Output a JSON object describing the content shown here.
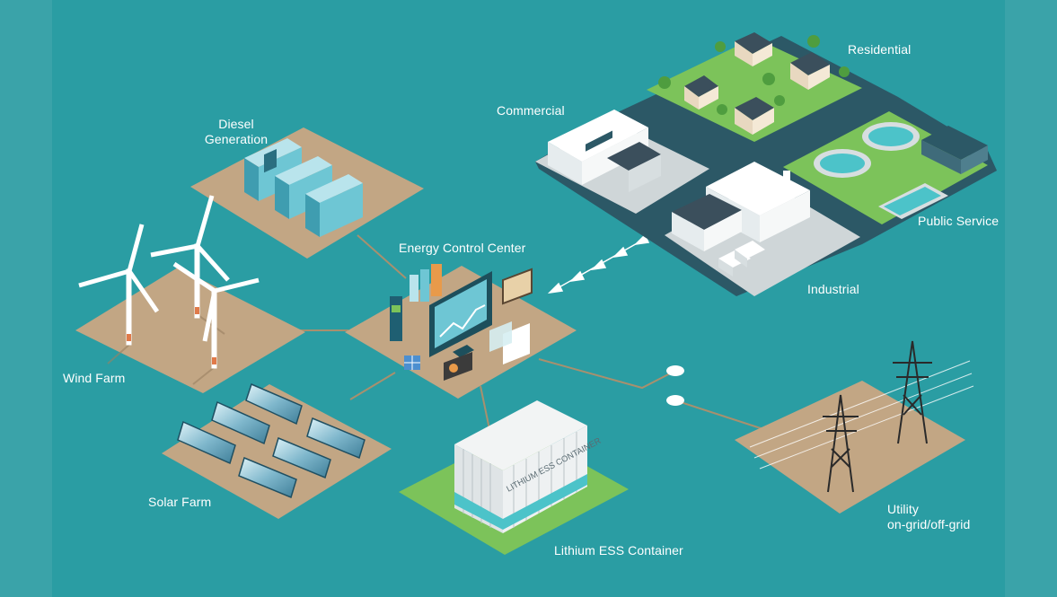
{
  "labels": {
    "diesel_line1": "Diesel",
    "diesel_line2": "Generation",
    "wind_farm": "Wind Farm",
    "solar_farm": "Solar Farm",
    "energy_control": "Energy Control Center",
    "lithium_ess": "Lithium ESS Container",
    "container_text": "LITHIUM ESS CONTAINER",
    "commercial": "Commercial",
    "residential": "Residential",
    "public_service": "Public Service",
    "industrial": "Industrial",
    "utility_line1": "Utility",
    "utility_line2": "on-grid/off-grid"
  },
  "colors": {
    "background": "#2a9da3",
    "tile": "#c2a684",
    "grass": "#7cc35a",
    "road": "#2c5866",
    "label": "#ffffff",
    "accent": "#4cc3c9"
  }
}
